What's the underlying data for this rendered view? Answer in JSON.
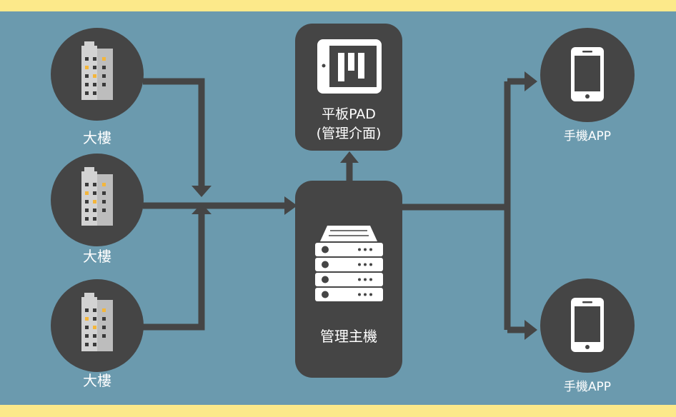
{
  "colors": {
    "frame": "#FCE98A",
    "background": "#6B9AAE",
    "dark": "#454545",
    "white": "#FFFFFF",
    "building_light": "#D3D3D3",
    "building_mid": "#BDBDBD",
    "building_window": "#3A3A3A",
    "building_window_lit": "#F4B63B"
  },
  "buildings": [
    {
      "label": "大樓",
      "icon": "building-icon"
    },
    {
      "label": "大樓",
      "icon": "building-icon"
    },
    {
      "label": "大樓",
      "icon": "building-icon"
    }
  ],
  "tablet": {
    "line1": "平板PAD",
    "line2": "(管理介面)",
    "icon": "tablet-icon"
  },
  "server": {
    "label": "管理主機",
    "icon": "server-icon"
  },
  "phones": [
    {
      "label": "手機APP",
      "icon": "smartphone-icon"
    },
    {
      "label": "手機APP",
      "icon": "smartphone-icon"
    }
  ]
}
